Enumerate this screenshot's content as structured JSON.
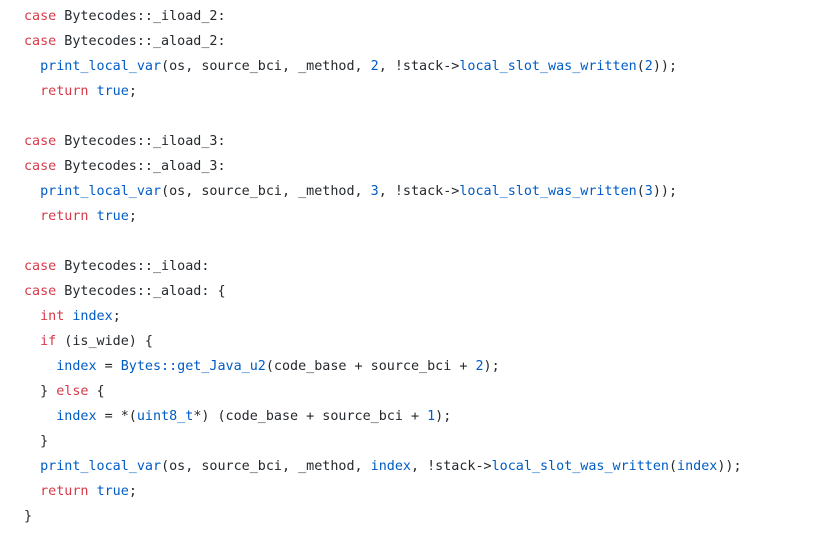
{
  "theme": {
    "background": "#ffffff",
    "keyword_color": "#d73a49",
    "function_color": "#005cc5",
    "text_color": "#24292e"
  },
  "code": {
    "language": "cpp",
    "lines": [
      {
        "indent": 0,
        "tokens": [
          {
            "t": "case",
            "k": "kw"
          },
          {
            "t": " Bytecodes::_iload_2:",
            "k": "plain"
          }
        ]
      },
      {
        "indent": 0,
        "tokens": [
          {
            "t": "case",
            "k": "kw"
          },
          {
            "t": " Bytecodes::_aload_2:",
            "k": "plain"
          }
        ]
      },
      {
        "indent": 2,
        "tokens": [
          {
            "t": "print_local_var",
            "k": "fn"
          },
          {
            "t": "(os, source_bci, _method, ",
            "k": "plain"
          },
          {
            "t": "2",
            "k": "fn"
          },
          {
            "t": ", !stack->",
            "k": "plain"
          },
          {
            "t": "local_slot_was_written",
            "k": "fn"
          },
          {
            "t": "(",
            "k": "plain"
          },
          {
            "t": "2",
            "k": "fn"
          },
          {
            "t": "));",
            "k": "plain"
          }
        ]
      },
      {
        "indent": 2,
        "tokens": [
          {
            "t": "return",
            "k": "kw"
          },
          {
            "t": " ",
            "k": "plain"
          },
          {
            "t": "true",
            "k": "fn"
          },
          {
            "t": ";",
            "k": "plain"
          }
        ]
      },
      {
        "indent": 0,
        "tokens": []
      },
      {
        "indent": 0,
        "tokens": [
          {
            "t": "case",
            "k": "kw"
          },
          {
            "t": " Bytecodes::_iload_3:",
            "k": "plain"
          }
        ]
      },
      {
        "indent": 0,
        "tokens": [
          {
            "t": "case",
            "k": "kw"
          },
          {
            "t": " Bytecodes::_aload_3:",
            "k": "plain"
          }
        ]
      },
      {
        "indent": 2,
        "tokens": [
          {
            "t": "print_local_var",
            "k": "fn"
          },
          {
            "t": "(os, source_bci, _method, ",
            "k": "plain"
          },
          {
            "t": "3",
            "k": "fn"
          },
          {
            "t": ", !stack->",
            "k": "plain"
          },
          {
            "t": "local_slot_was_written",
            "k": "fn"
          },
          {
            "t": "(",
            "k": "plain"
          },
          {
            "t": "3",
            "k": "fn"
          },
          {
            "t": "));",
            "k": "plain"
          }
        ]
      },
      {
        "indent": 2,
        "tokens": [
          {
            "t": "return",
            "k": "kw"
          },
          {
            "t": " ",
            "k": "plain"
          },
          {
            "t": "true",
            "k": "fn"
          },
          {
            "t": ";",
            "k": "plain"
          }
        ]
      },
      {
        "indent": 0,
        "tokens": []
      },
      {
        "indent": 0,
        "tokens": [
          {
            "t": "case",
            "k": "kw"
          },
          {
            "t": " Bytecodes::_iload:",
            "k": "plain"
          }
        ]
      },
      {
        "indent": 0,
        "tokens": [
          {
            "t": "case",
            "k": "kw"
          },
          {
            "t": " Bytecodes::_aload: {",
            "k": "plain"
          }
        ]
      },
      {
        "indent": 2,
        "tokens": [
          {
            "t": "int",
            "k": "kw"
          },
          {
            "t": " ",
            "k": "plain"
          },
          {
            "t": "index",
            "k": "fn"
          },
          {
            "t": ";",
            "k": "plain"
          }
        ]
      },
      {
        "indent": 2,
        "tokens": [
          {
            "t": "if",
            "k": "kw"
          },
          {
            "t": " (is_wide) {",
            "k": "plain"
          }
        ]
      },
      {
        "indent": 4,
        "tokens": [
          {
            "t": "index",
            "k": "fn"
          },
          {
            "t": " = ",
            "k": "plain"
          },
          {
            "t": "Bytes::get_Java_u2",
            "k": "fn"
          },
          {
            "t": "(code_base + source_bci + ",
            "k": "plain"
          },
          {
            "t": "2",
            "k": "fn"
          },
          {
            "t": ");",
            "k": "plain"
          }
        ]
      },
      {
        "indent": 2,
        "tokens": [
          {
            "t": "} ",
            "k": "plain"
          },
          {
            "t": "else",
            "k": "kw"
          },
          {
            "t": " {",
            "k": "plain"
          }
        ]
      },
      {
        "indent": 4,
        "tokens": [
          {
            "t": "index",
            "k": "fn"
          },
          {
            "t": " = *(",
            "k": "plain"
          },
          {
            "t": "uint8_t",
            "k": "fn"
          },
          {
            "t": "*) (code_base + source_bci + ",
            "k": "plain"
          },
          {
            "t": "1",
            "k": "fn"
          },
          {
            "t": ");",
            "k": "plain"
          }
        ]
      },
      {
        "indent": 2,
        "tokens": [
          {
            "t": "}",
            "k": "plain"
          }
        ]
      },
      {
        "indent": 2,
        "tokens": [
          {
            "t": "print_local_var",
            "k": "fn"
          },
          {
            "t": "(os, source_bci, _method, ",
            "k": "plain"
          },
          {
            "t": "index",
            "k": "fn"
          },
          {
            "t": ", !stack->",
            "k": "plain"
          },
          {
            "t": "local_slot_was_written",
            "k": "fn"
          },
          {
            "t": "(",
            "k": "plain"
          },
          {
            "t": "index",
            "k": "fn"
          },
          {
            "t": "));",
            "k": "plain"
          }
        ]
      },
      {
        "indent": 2,
        "tokens": [
          {
            "t": "return",
            "k": "kw"
          },
          {
            "t": " ",
            "k": "plain"
          },
          {
            "t": "true",
            "k": "fn"
          },
          {
            "t": ";",
            "k": "plain"
          }
        ]
      },
      {
        "indent": 0,
        "tokens": [
          {
            "t": "}",
            "k": "plain"
          }
        ]
      }
    ]
  }
}
